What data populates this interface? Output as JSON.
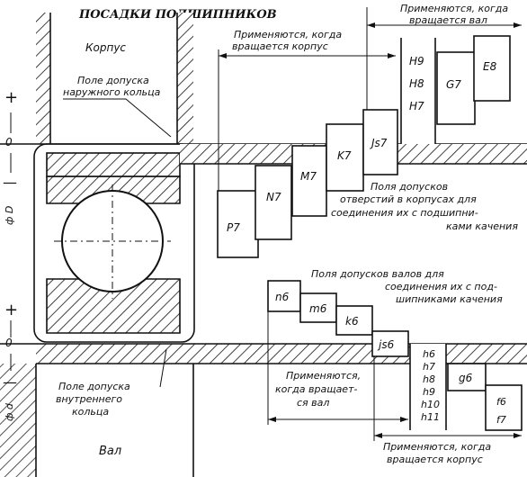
{
  "title": "ПОСАДКИ ПОДШИПНИКОВ",
  "labels": {
    "housing": "Корпус",
    "shaft": "Вал",
    "outer_ring_zone_1": "Поле допуска",
    "outer_ring_zone_2": "наружного кольца",
    "inner_ring_zone_1": "Поле допуска",
    "inner_ring_zone_2": "внутреннего",
    "inner_ring_zone_3": "кольца",
    "diam_D": "ф D",
    "diam_d": "ф d",
    "plus": "+",
    "minus": "—",
    "zero": "0",
    "housing_rotates_top_1": "Применяются, когда",
    "housing_rotates_top_2": "вращается корпус",
    "shaft_rotates_top_1": "Применяются, когда",
    "shaft_rotates_top_2": "вращается вал",
    "hole_fields_1": "Поля допусков",
    "hole_fields_2": "отверстий в корпусах для",
    "hole_fields_3": "соединения их с подшипни-",
    "hole_fields_4": "ками качения",
    "shaft_fields_1": "Поля допусков валов для",
    "shaft_fields_2": "соединения их с под-",
    "shaft_fields_3": "шипниками качения",
    "shaft_rotates_bottom_1": "Применяются,",
    "shaft_rotates_bottom_2": "когда вращает-",
    "shaft_rotates_bottom_3": "ся вал",
    "housing_rotates_bottom_1": "Применяются, когда",
    "housing_rotates_bottom_2": "вращается корпус"
  },
  "hole_fits": [
    "P7",
    "N7",
    "M7",
    "K7",
    "Js7",
    "H9",
    "H8",
    "H7",
    "G7",
    "E8"
  ],
  "shaft_fits": [
    "n6",
    "m6",
    "k6",
    "js6",
    "h6",
    "h7",
    "h8",
    "h9",
    "h10",
    "h11",
    "g6",
    "f6",
    "f7"
  ]
}
